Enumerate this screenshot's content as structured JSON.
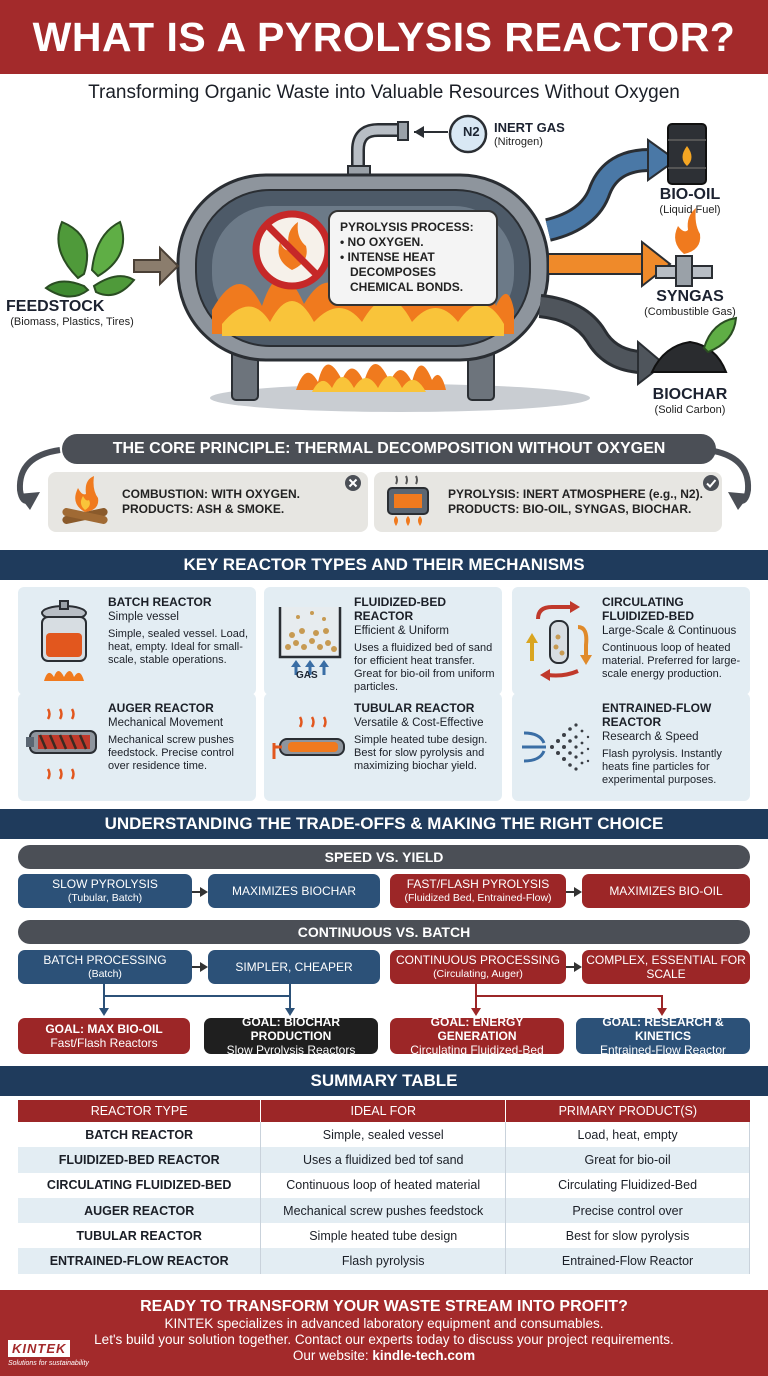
{
  "header": {
    "title": "WHAT IS A PYROLYSIS REACTOR?",
    "subtitle": "Transforming Organic Waste into Valuable Resources Without Oxygen"
  },
  "hero": {
    "feedstock_label": "FEEDSTOCK",
    "feedstock_sub": "(Biomass, Plastics, Tires)",
    "inert_gas_symbol": "N2",
    "inert_gas_label": "INERT GAS",
    "inert_gas_sub": "(Nitrogen)",
    "process_lines": [
      "PYROLYSIS PROCESS:",
      "• NO OXYGEN.",
      "• INTENSE HEAT",
      "DECOMPOSES",
      "CHEMICAL BONDS."
    ],
    "outputs": [
      {
        "label": "BIO-OIL",
        "sub": "(Liquid Fuel)"
      },
      {
        "label": "SYNGAS",
        "sub": "(Combustible Gas)"
      },
      {
        "label": "BIOCHAR",
        "sub": "(Solid Carbon)"
      }
    ]
  },
  "core": {
    "title": "THE CORE PRINCIPLE: THERMAL DECOMPOSITION WITHOUT OXYGEN",
    "combustion_lines": [
      "COMBUSTION: WITH OXYGEN.",
      "PRODUCTS: ASH & SMOKE."
    ],
    "pyrolysis_lines": [
      "PYROLYSIS: INERT ATMOSPHERE (e.g., N2).",
      "PRODUCTS: BIO-OIL, SYNGAS, BIOCHAR."
    ]
  },
  "reactors": {
    "title": "KEY REACTOR TYPES AND THEIR MECHANISMS",
    "cards": [
      {
        "name": "BATCH REACTOR",
        "subtitle": "Simple vessel",
        "desc": "Simple, sealed vessel. Load, heat, empty. Ideal for small-scale, stable operations."
      },
      {
        "name": "FLUIDIZED-BED REACTOR",
        "subtitle": "Efficient & Uniform",
        "desc": "Uses a fluidized bed of sand for efficient heat transfer. Great for bio-oil from uniform particles.",
        "gas_label": "GAS"
      },
      {
        "name": "CIRCULATING FLUIDIZED-BED",
        "subtitle": "Large-Scale & Continuous",
        "desc": "Continuous loop of heated material. Preferred for large-scale energy production."
      },
      {
        "name": "AUGER REACTOR",
        "subtitle": "Mechanical Movement",
        "desc": "Mechanical screw pushes feedstock. Precise control over residence time."
      },
      {
        "name": "TUBULAR REACTOR",
        "subtitle": "Versatile & Cost-Effective",
        "desc": "Simple heated tube design. Best for slow pyrolysis and maximizing biochar yield."
      },
      {
        "name": "ENTRAINED-FLOW REACTOR",
        "subtitle": "Research & Speed",
        "desc": "Flash pyrolysis. Instantly heats fine particles for experimental purposes."
      }
    ]
  },
  "tradeoffs": {
    "title": "UNDERSTANDING THE TRADE-OFFS & MAKING THE RIGHT CHOICE",
    "speed_title": "SPEED VS. YIELD",
    "slow": {
      "label": "SLOW PYROLYSIS",
      "sub": "(Tubular, Batch)"
    },
    "slow_result": "MAXIMIZES BIOCHAR",
    "fast": {
      "label": "FAST/FLASH PYROLYSIS",
      "sub": "(Fluidized Bed, Entrained-Flow)"
    },
    "fast_result": "MAXIMIZES BIO-OIL",
    "cont_title": "CONTINUOUS VS. BATCH",
    "batch": {
      "label": "BATCH PROCESSING",
      "sub": "(Batch)"
    },
    "batch_result": "SIMPLER, CHEAPER",
    "continuous": {
      "label": "CONTINUOUS PROCESSING",
      "sub": "(Circulating, Auger)"
    },
    "continuous_result": "COMPLEX, ESSENTIAL FOR SCALE",
    "goals": [
      {
        "label": "GOAL: MAX BIO-OIL",
        "sub": "Fast/Flash Reactors"
      },
      {
        "label": "GOAL: BIOCHAR PRODUCTION",
        "sub": "Slow Pyrolysis Reactors"
      },
      {
        "label": "GOAL: ENERGY GENERATION",
        "sub": "Circulating Fluidized-Bed"
      },
      {
        "label": "GOAL: RESEARCH & KINETICS",
        "sub": "Entrained-Flow Reactor"
      }
    ]
  },
  "summary": {
    "title": "SUMMARY TABLE",
    "headers": [
      "REACTOR TYPE",
      "IDEAL FOR",
      "PRIMARY PRODUCT(S)"
    ],
    "rows": [
      [
        "BATCH REACTOR",
        "Simple, sealed vessel",
        "Load, heat, empty"
      ],
      [
        "FLUIDIZED-BED REACTOR",
        "Uses a fluidized bed tof sand",
        "Great for bio-oil"
      ],
      [
        "CIRCULATING FLUIDIZED-BED",
        "Continuous loop of heated material",
        "Circulating Fluidized-Bed"
      ],
      [
        "AUGER REACTOR",
        "Mechanical screw pushes feedstock",
        "Precise control over"
      ],
      [
        "TUBULAR REACTOR",
        "Simple heated tube design",
        "Best for slow pyrolysis"
      ],
      [
        "ENTRAINED-FLOW REACTOR",
        "Flash pyrolysis",
        "Entrained-Flow Reactor"
      ]
    ]
  },
  "footer": {
    "heading": "READY TO TRANSFORM YOUR WASTE STREAM INTO PROFIT?",
    "line1": "KINTEK specializes in advanced laboratory equipment and consumables.",
    "line2": "Let's build your solution together. Contact our experts today to discuss your project requirements.",
    "website_prefix": "Our website: ",
    "website": "kindle-tech.com",
    "logo_text": "KINTEK",
    "logo_tagline": "Solutions for sustainability"
  },
  "colors": {
    "red": "#a32a2b",
    "navy": "#1f3b5c",
    "blue": "#2c5178",
    "light_blue": "#e3edf3",
    "dark_gray": "#4b4f56"
  }
}
